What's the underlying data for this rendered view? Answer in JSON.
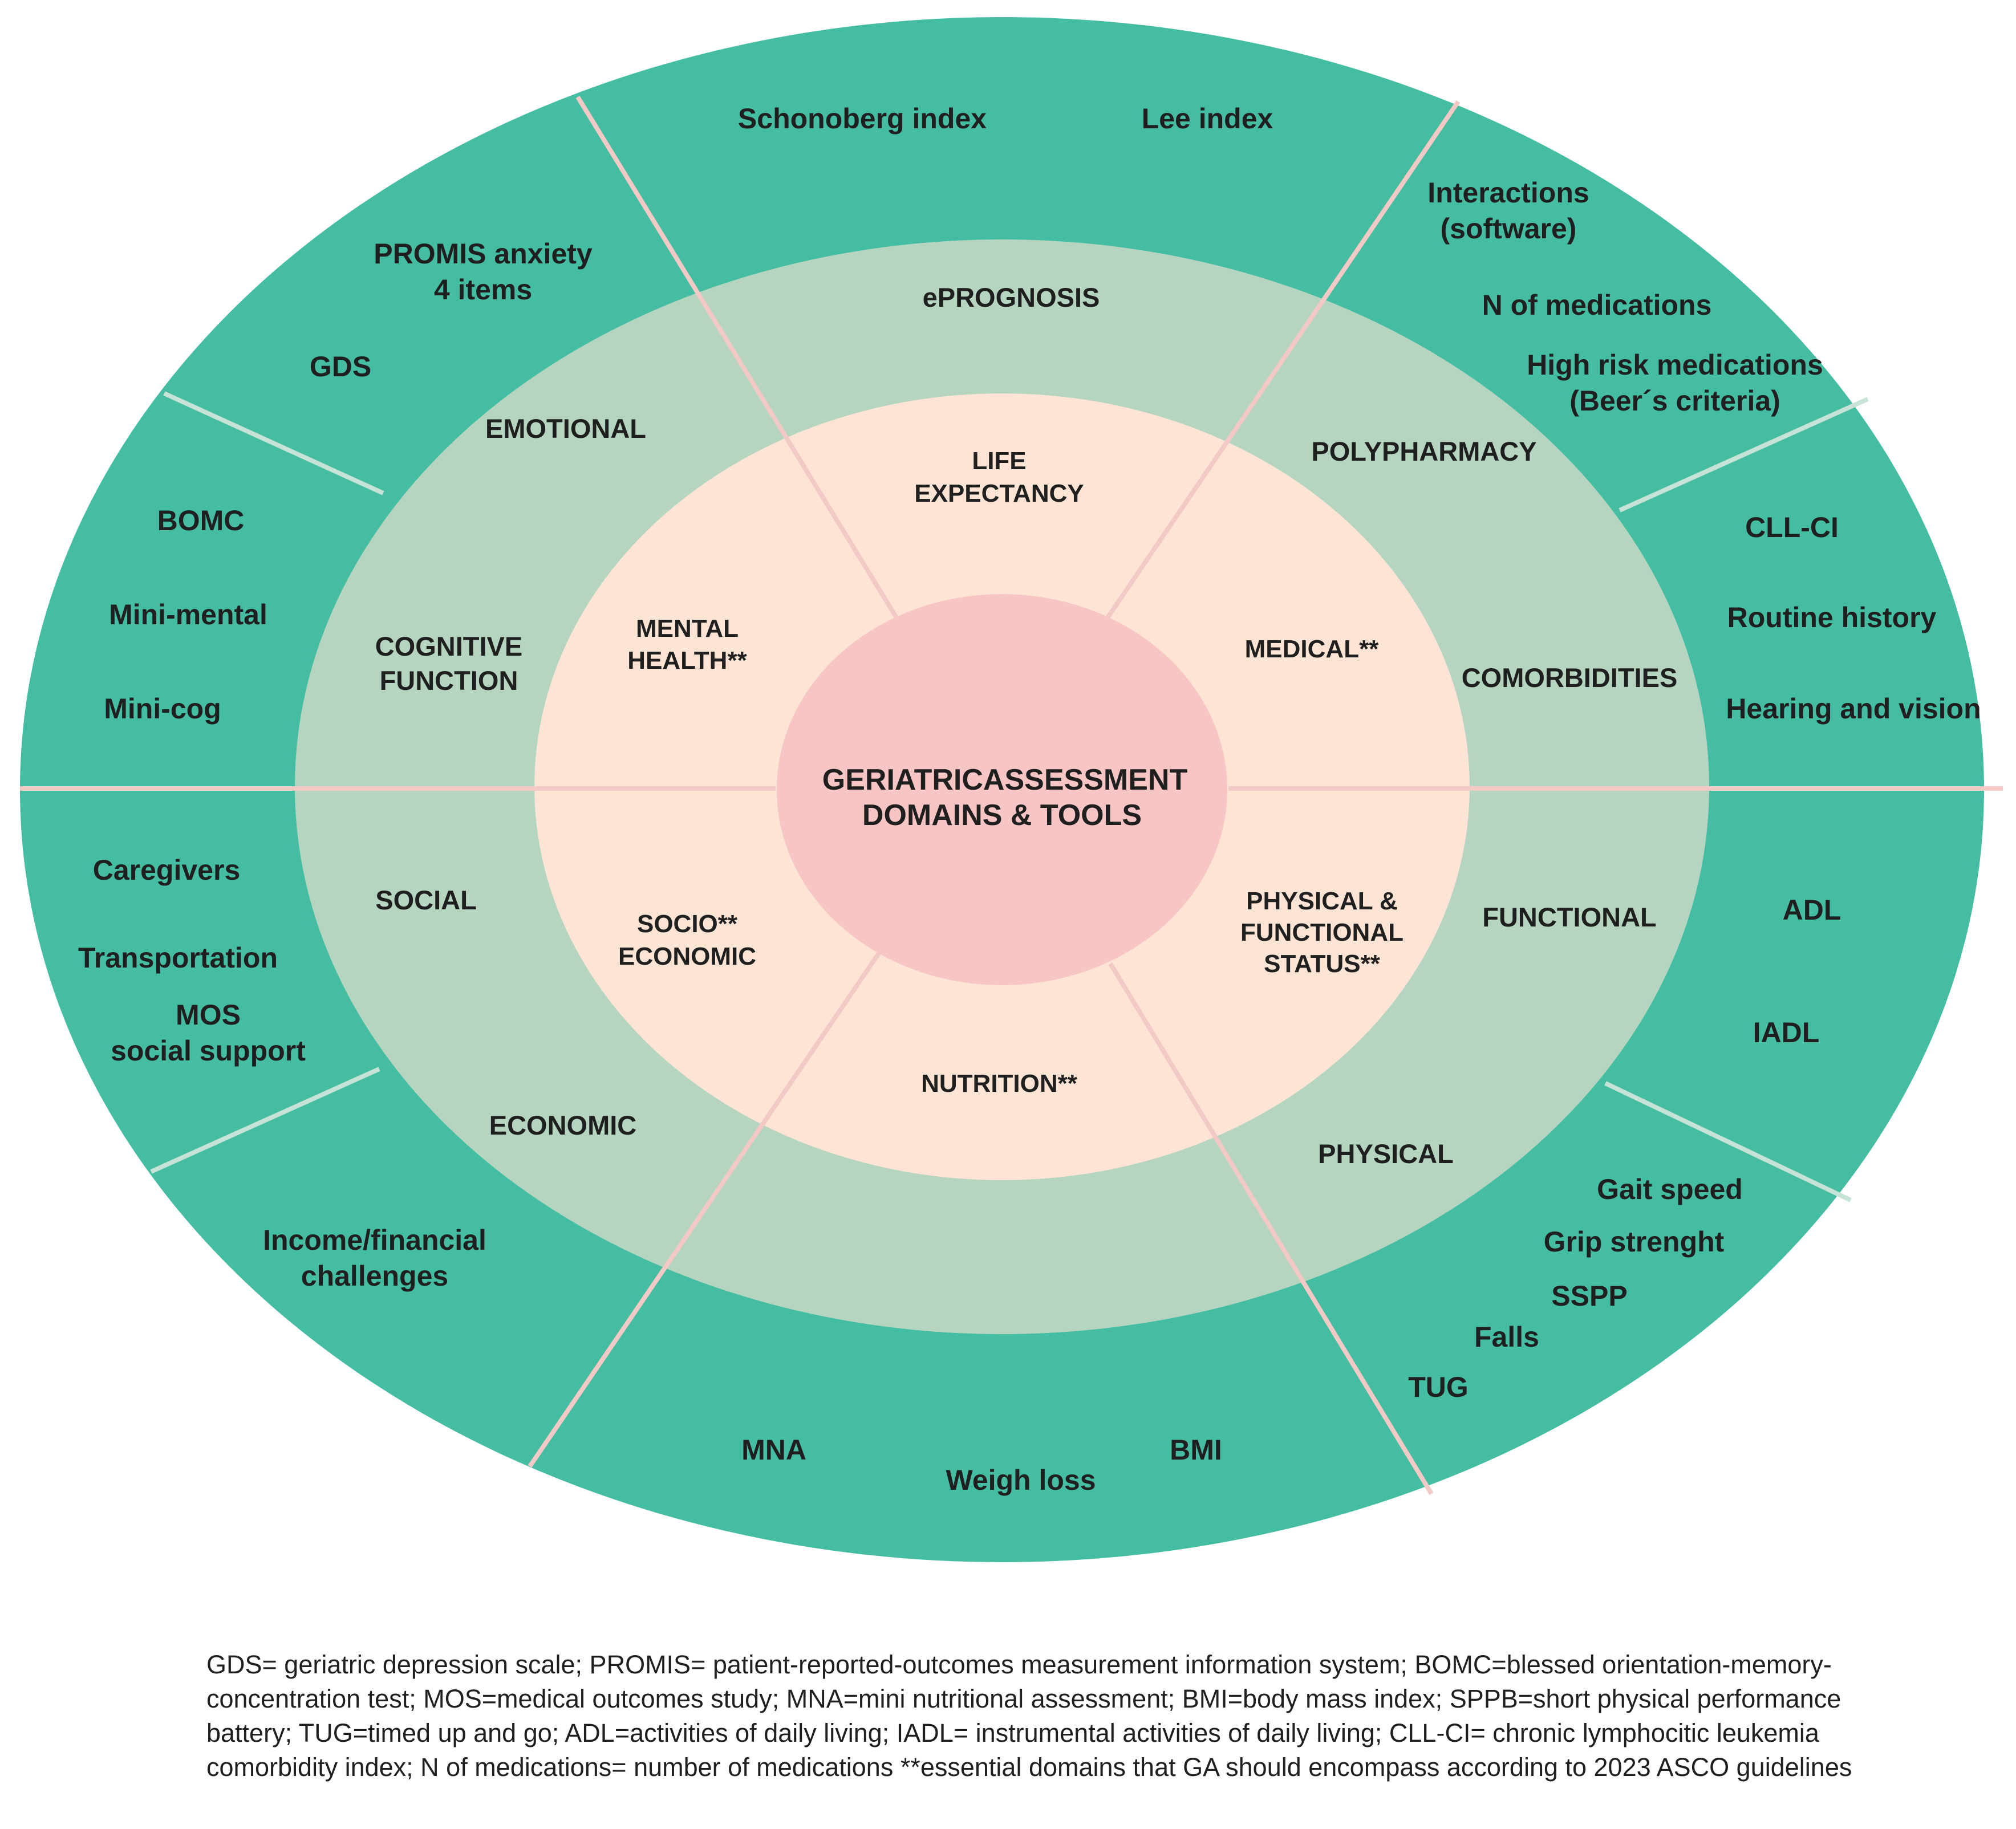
{
  "colors": {
    "outer_ring": "#45bda3",
    "middle_ring": "#b5d5c1",
    "inner_ring": "#fde4d4",
    "center": "#f7c5c4",
    "divider_pink": "#f2c9c4",
    "divider_light": "#c7e3d5",
    "text": "#1f1f1f"
  },
  "center": {
    "line1": "GERIATRICASSESSMENT",
    "line2": "DOMAINS & TOOLS"
  },
  "domains": {
    "life_expectancy": {
      "line1": "LIFE",
      "line2": "EXPECTANCY"
    },
    "medical": {
      "line1": "MEDICAL**"
    },
    "physical_functional": {
      "line1": "PHYSICAL &",
      "line2": "FUNCTIONAL",
      "line3": "STATUS**"
    },
    "nutrition": {
      "line1": "NUTRITION**"
    },
    "socio_economic": {
      "line1": "SOCIO**",
      "line2": "ECONOMIC"
    },
    "mental_health": {
      "line1": "MENTAL",
      "line2": "HEALTH**"
    }
  },
  "subdomains": {
    "eprognosis": "ePROGNOSIS",
    "polypharmacy": "POLYPHARMACY",
    "comorbidities": "COMORBIDITIES",
    "functional": "FUNCTIONAL",
    "physical": "PHYSICAL",
    "economic": "ECONOMIC",
    "social": "SOCIAL",
    "cognitive_line1": "COGNITIVE",
    "cognitive_line2": "FUNCTION",
    "emotional": "EMOTIONAL"
  },
  "tools": {
    "schonoberg": "Schonoberg index",
    "lee": "Lee index",
    "interactions_line1": "Interactions",
    "interactions_line2": "(software)",
    "n_medications": "N of medications",
    "high_risk_line1": "High risk medications",
    "high_risk_line2": "(Beer´s criteria)",
    "cll_ci": "CLL-CI",
    "routine_history": "Routine history",
    "hearing_vision": "Hearing and vision",
    "adl": "ADL",
    "iadl": "IADL",
    "gait_speed": "Gait speed",
    "grip_strength": "Grip strenght",
    "sspp": "SSPP",
    "falls": "Falls",
    "tug": "TUG",
    "mna": "MNA",
    "weigh_loss": "Weigh loss",
    "bmi": "BMI",
    "income_line1": "Income/financial",
    "income_line2": "challenges",
    "caregivers": "Caregivers",
    "transportation": "Transportation",
    "mos_line1": "MOS",
    "mos_line2": "social support",
    "bomc": "BOMC",
    "mini_mental": "Mini-mental",
    "mini_cog": "Mini-cog",
    "promis_line1": "PROMIS anxiety",
    "promis_line2": "4 items",
    "gds": "GDS"
  },
  "caption": "GDS= geriatric depression scale; PROMIS= patient-reported-outcomes measurement information system; BOMC=blessed orientation-memory-concentration test; MOS=medical outcomes study; MNA=mini nutritional assessment; BMI=body mass index; SPPB=short physical performance battery; TUG=timed up and go; ADL=activities of daily living; IADL= instrumental activities of daily living; CLL-CI= chronic lymphocitic leukemia comorbidity index; N of medications= number of medications **essential domains that GA should encompass according to 2023 ASCO guidelines"
}
